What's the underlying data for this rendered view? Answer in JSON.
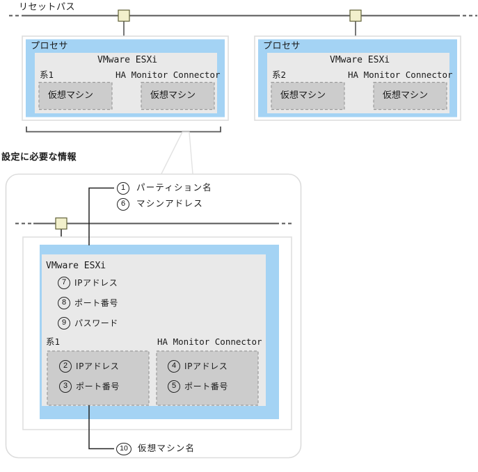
{
  "diagram": {
    "title": "リセットパス",
    "section_label": "設定に必要な情報",
    "colors": {
      "processor_blue": "#a4d3f4",
      "panel_gray": "#e9e9e9",
      "vm_gray": "#cccccc",
      "connector_yellow": "#f2f0cc",
      "line_dark": "#555555",
      "outline_light": "#d9d9d9"
    },
    "top_nodes": [
      {
        "id": "processor-left",
        "header": "プロセサ",
        "platform": "VMware ESXi",
        "system_label": "系1",
        "connector_label": "HA Monitor Connector",
        "vm_left": "仮想マシン",
        "vm_right": "仮想マシン"
      },
      {
        "id": "processor-right",
        "header": "プロセサ",
        "platform": "VMware ESXi",
        "system_label": "系2",
        "connector_label": "HA Monitor Connector",
        "vm_left": "仮想マシン",
        "vm_right": "仮想マシン"
      }
    ],
    "detail": {
      "platform": "VMware ESXi",
      "system_label": "系1",
      "connector_label": "HA Monitor Connector",
      "callouts_top": [
        {
          "num": "1",
          "text": "パーティション名"
        },
        {
          "num": "6",
          "text": "マシンアドレス"
        }
      ],
      "callouts_platform": [
        {
          "num": "7",
          "text": "IPアドレス"
        },
        {
          "num": "8",
          "text": "ポート番号"
        },
        {
          "num": "9",
          "text": "パスワード"
        }
      ],
      "callouts_system": [
        {
          "num": "2",
          "text": "IPアドレス"
        },
        {
          "num": "3",
          "text": "ポート番号"
        }
      ],
      "callouts_connector": [
        {
          "num": "4",
          "text": "IPアドレス"
        },
        {
          "num": "5",
          "text": "ポート番号"
        }
      ],
      "callouts_bottom": [
        {
          "num": "10",
          "text": "仮想マシン名"
        }
      ]
    }
  }
}
